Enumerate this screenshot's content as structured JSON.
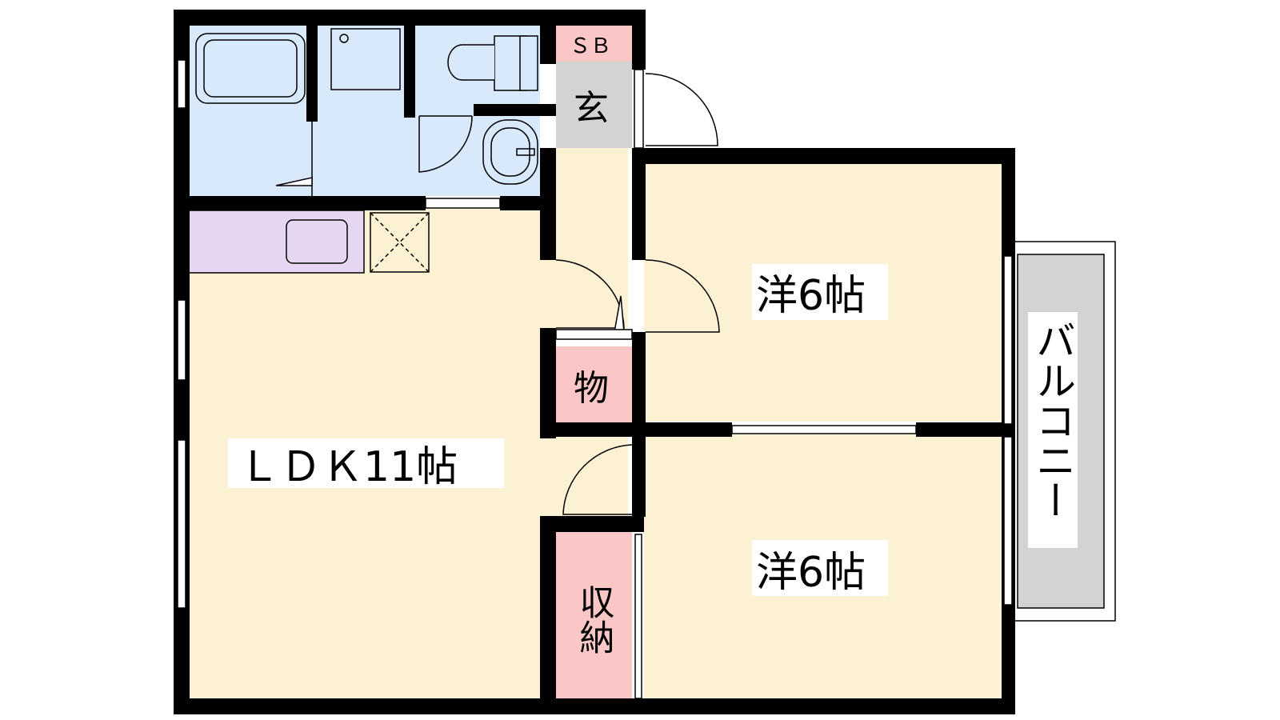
{
  "floorplan": {
    "rooms": {
      "ldk": "ＬＤＫ11帖",
      "western_room_upper": "洋6帖",
      "western_room_lower": "洋6帖",
      "entrance": "玄",
      "shoe_box": "ＳＢ",
      "storage_small": "物",
      "storage_closet": "収納",
      "balcony": "バルコニー"
    },
    "colors": {
      "wall": "#000000",
      "living": "#fdf1d3",
      "wet_area": "#d8e9fb",
      "kitchen": "#e6d6f1",
      "entrance": "#d3d3d3",
      "storage": "#fbc6c6",
      "balcony": "#d3d3d3"
    }
  }
}
